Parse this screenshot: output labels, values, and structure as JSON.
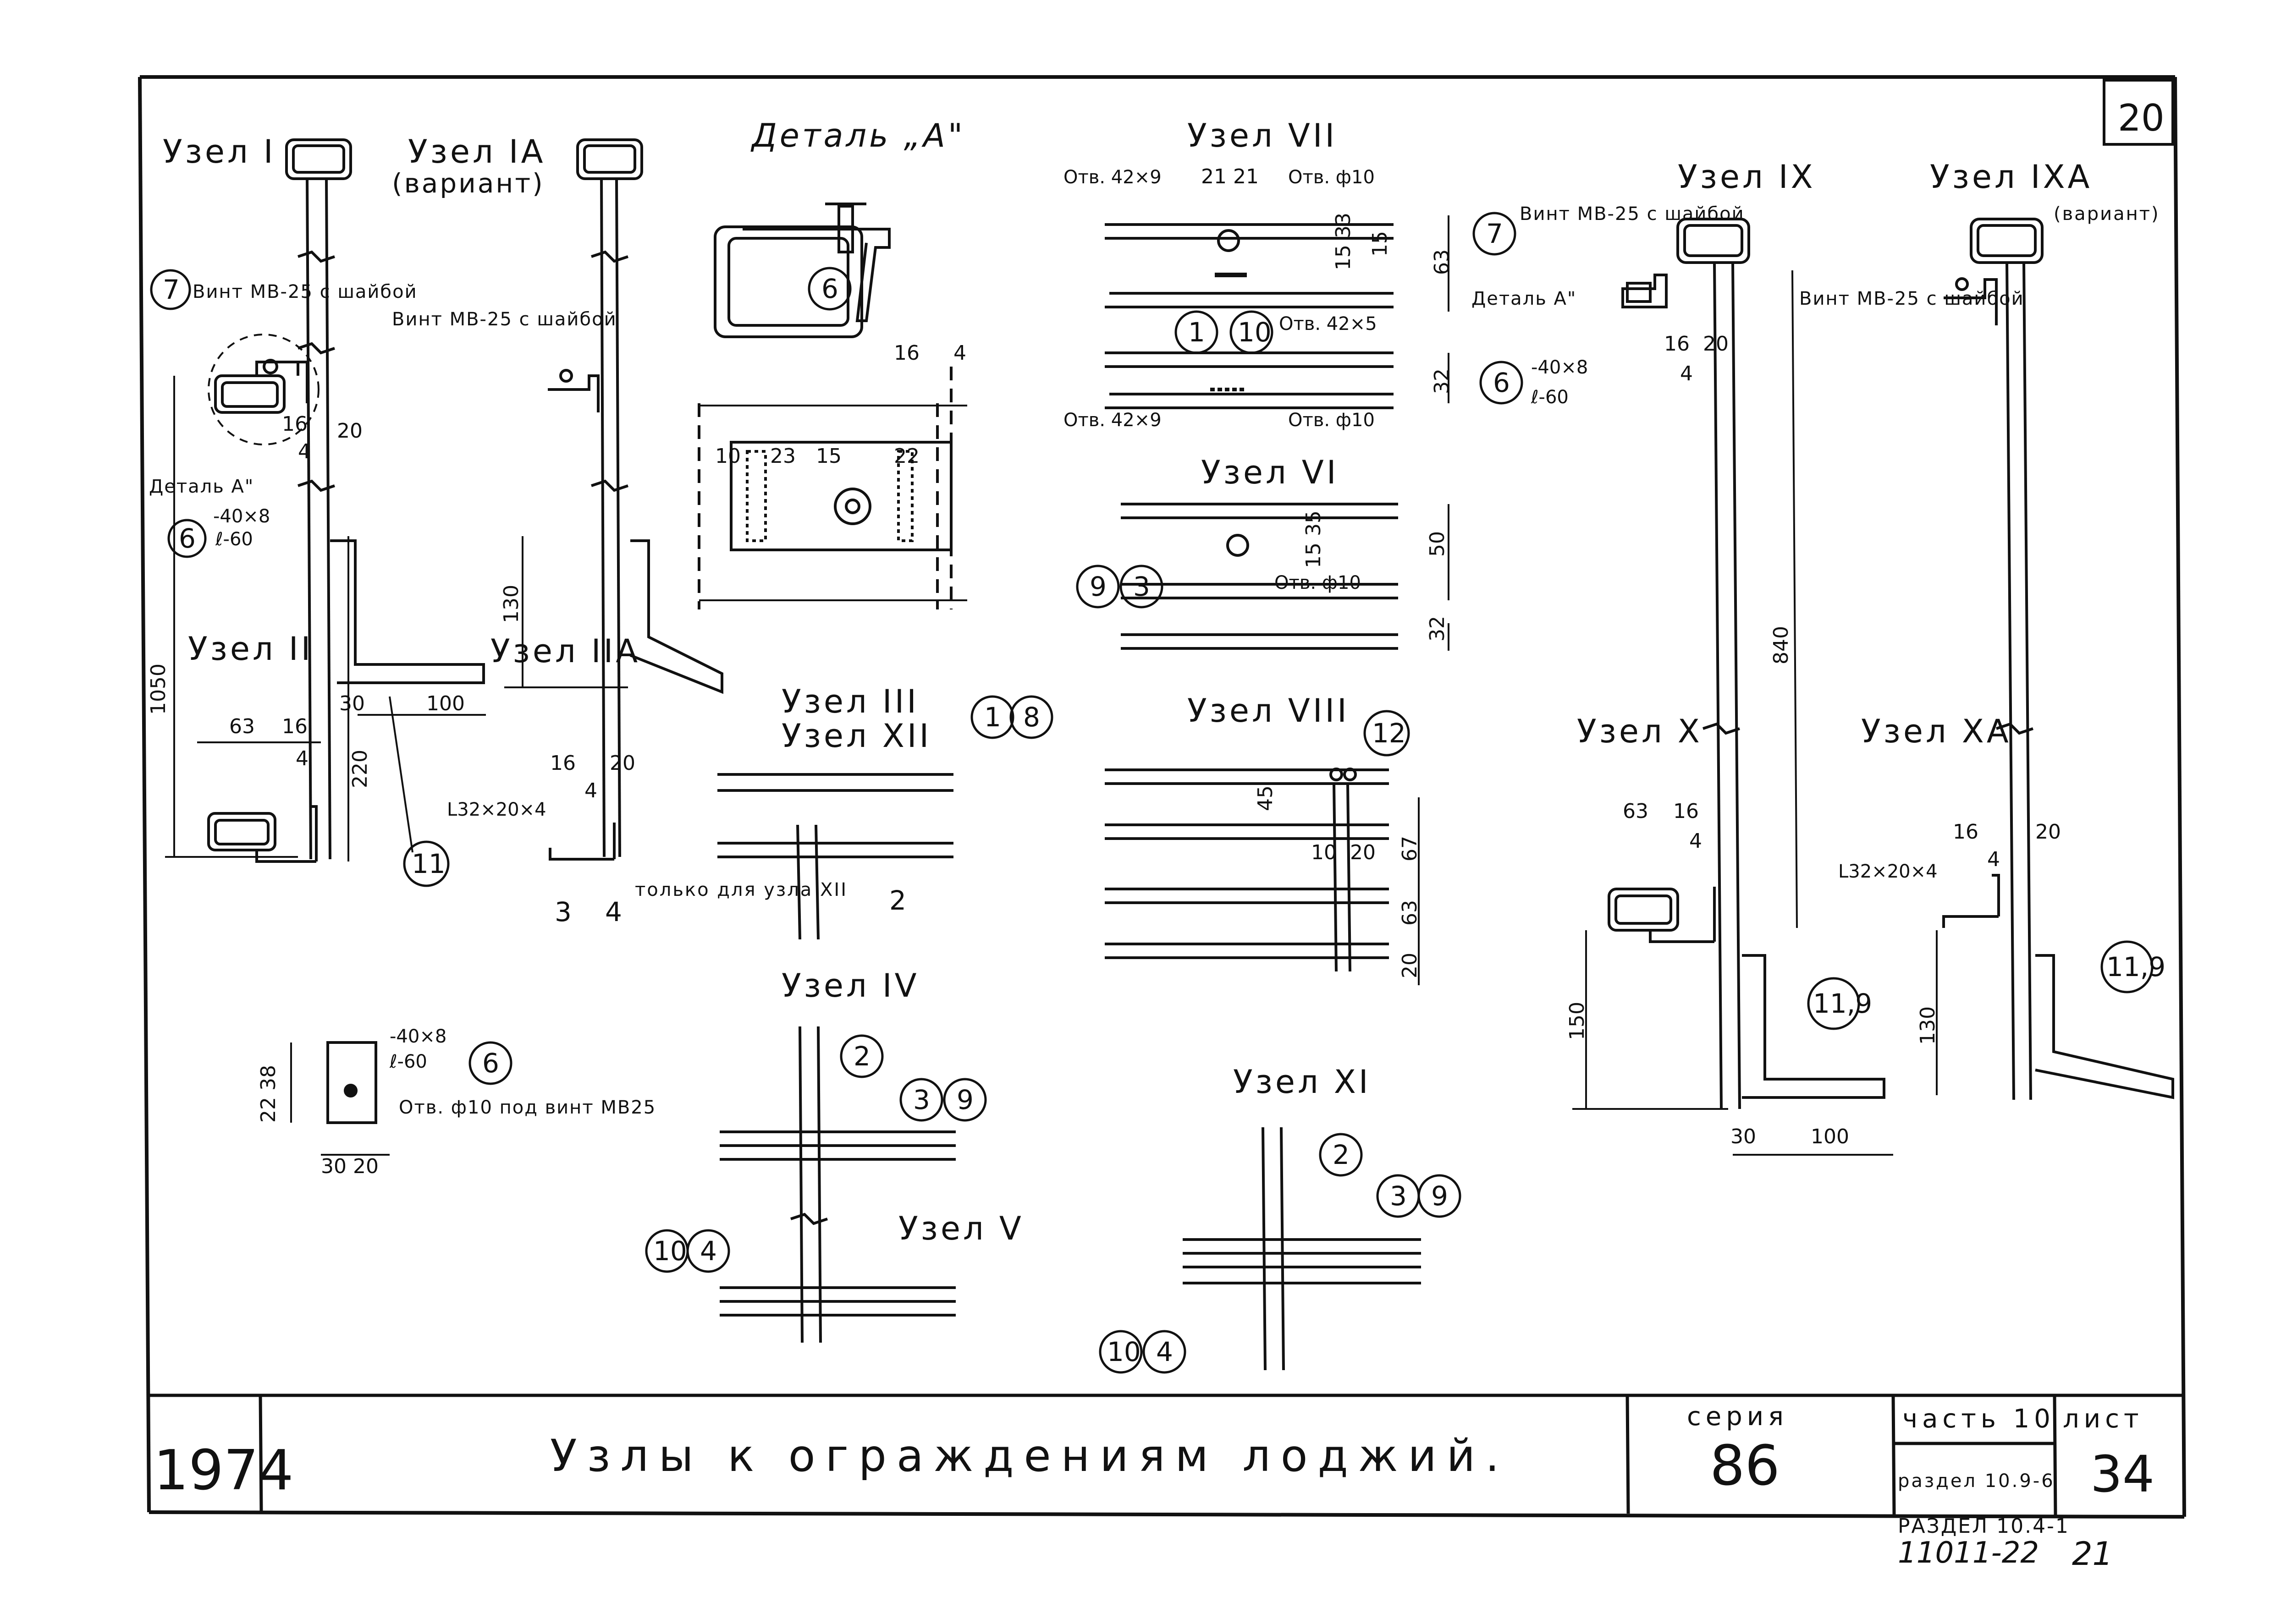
{
  "sheet": {
    "corner_number": "20",
    "bottom_note_1": "РАЗДЕЛ 10.4-1",
    "bottom_note_2": "11011-22",
    "bottom_note_3": "21"
  },
  "title_block": {
    "year": "1974",
    "title": "Узлы к ограждениям лоджий.",
    "serie_label": "серия",
    "serie_number": "86",
    "part": "часть 10",
    "section": "раздел 10.9-6",
    "list_label": "лист",
    "list_number": "34"
  },
  "details": {
    "node_1": "Узел I",
    "node_1a": "Узел IA",
    "node_1a_variant": "(вариант)",
    "detail_a": "Деталь „А\"",
    "node_7": "Узел VII",
    "node_9": "Узел IX",
    "node_9a": "Узел IXA",
    "node_9a_variant": "(вариант)",
    "node_2": "Узел II",
    "node_2a": "Узел IIA",
    "node_6": "Узел VI",
    "node_3": "Узел III",
    "node_12": "Узел XII",
    "node_8": "Узел VIII",
    "node_10": "Узел X",
    "node_10a": "Узел XA",
    "node_4": "Узел IV",
    "node_5": "Узел V",
    "node_11": "Узел XI"
  },
  "annotations": {
    "bolt_mb25_washer_1": "Винт МВ-25 с шайбой",
    "bolt_mb25_washer_2": "Винт МВ-25 с шайбой",
    "bolt_mb25_washer_3": "Винт МВ-25 с шайбой",
    "bolt_mb25_washer_4": "Винт МВ-25 с шайбой",
    "detail_a_ref_1": "Деталь А\"",
    "detail_a_ref_2": "Деталь А\"",
    "plate_1": "-40×8",
    "plate_len_1": "ℓ-60",
    "plate_2": "-40×8",
    "plate_len_2": "ℓ-60",
    "plate_3": "-40×8",
    "plate_len_3": "ℓ-60",
    "hole_note": "Отв. ф10 под винт МВ25",
    "angle_1": "L32×20×4",
    "angle_2": "L32×20×4",
    "hole_42x9_top": "Отв. 42×9",
    "hole_f10_top": "Отв. ф10",
    "hole_42x5": "Отв. 42×5",
    "hole_42x9_bot": "Отв. 42×9",
    "hole_f10_bot": "Отв. ф10",
    "hole_f10_vi": "Отв. ф10",
    "only_for": "только для узла XII"
  },
  "markers": {
    "m7a": "7",
    "m6a": "6",
    "m6b": "6",
    "m6c": "6",
    "m11": "11",
    "m7b": "7",
    "m6d": "6",
    "m1a": "1",
    "m10a": "10",
    "m9a": "9",
    "m3a": "3",
    "m1b": "1",
    "m8": "8",
    "m12": "12",
    "m2a": "2",
    "m3b": "3",
    "m9b": "9",
    "m10b": "10",
    "m4a": "4",
    "m2b": "2",
    "m3c": "3",
    "m9c": "9",
    "m10c": "10",
    "m4b": "4",
    "m11_9a": "11,9",
    "m11_9b": "11,9"
  },
  "plain_numbers": {
    "n3": "3",
    "n4": "4",
    "n2": "2"
  },
  "dimensions": {
    "d1050": "1050",
    "d16a": "16",
    "d20a": "20",
    "d4a": "4",
    "d63a": "63",
    "d16b": "16",
    "d4b": "4",
    "d30a": "30",
    "d100a": "100",
    "d220": "220",
    "d130a": "130",
    "d16c": "16",
    "d4c": "4",
    "d20b": "20",
    "d16d": "16",
    "d4d": "4",
    "d10": "10",
    "d23": "23",
    "d15": "15",
    "d22": "22",
    "d21a": "21",
    "d21b": "21",
    "d63b": "63",
    "d15_33": "15 33",
    "d15b": "15",
    "d32a": "32",
    "d16e": "16",
    "d20c": "20",
    "d4e": "4",
    "d840": "840",
    "d50": "50",
    "d15_35": "15 35",
    "d32b": "32",
    "d45": "45",
    "d10b": "10",
    "d20d": "20",
    "d67": "67",
    "d63c": "63",
    "d20e": "20",
    "d63d": "63",
    "d16f": "16",
    "d4f": "4",
    "d150": "150",
    "d30b": "30",
    "d100b": "100",
    "d16g": "16",
    "d4g": "4",
    "d20f": "20",
    "d130b": "130",
    "d22_38": "22 38",
    "d30c": "30",
    "d20g": "20"
  }
}
